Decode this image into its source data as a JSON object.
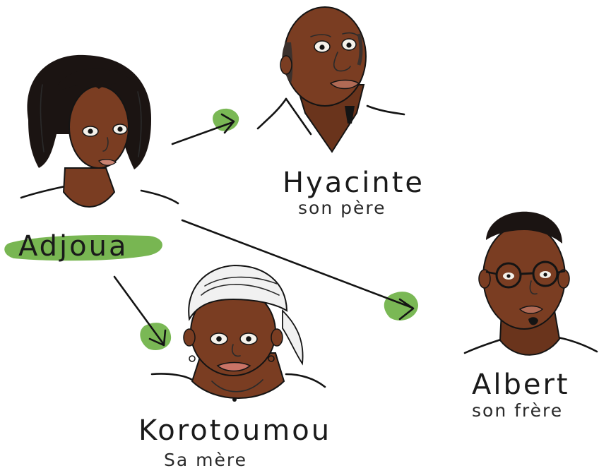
{
  "colors": {
    "skin": "#7a3d22",
    "skin_shadow": "#5e2c17",
    "hair": "#1b1412",
    "highlight": "#6cb043",
    "ink": "#141414",
    "headwrap": "#f1f1f1"
  },
  "people": {
    "adjoua": {
      "name": "Adjoua"
    },
    "hyacinte": {
      "name": "Hyacinte",
      "relation": "son père"
    },
    "korotoumou": {
      "name": "Korotoumou",
      "relation": "Sa mère"
    },
    "albert": {
      "name": "Albert",
      "relation": "son frère"
    }
  },
  "arrows": [
    {
      "from": "Adjoua",
      "to": "Hyacinte"
    },
    {
      "from": "Adjoua",
      "to": "Albert"
    },
    {
      "from": "Adjoua",
      "to": "Korotoumou"
    }
  ]
}
